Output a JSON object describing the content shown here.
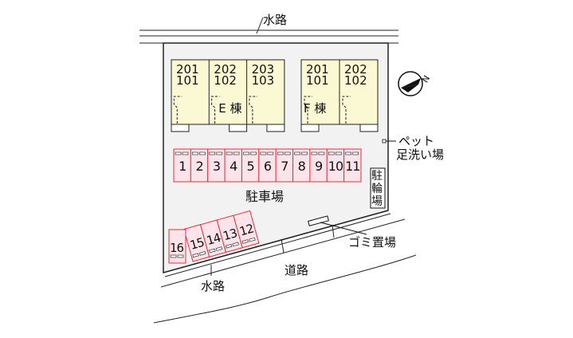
{
  "labels": {
    "water_top": "水路",
    "water_bottom": "水路",
    "road": "道路",
    "parking": "駐車場",
    "bike_parking": [
      "駐",
      "輪",
      "場"
    ],
    "garbage": "ゴミ置場",
    "pet_wash_line1": "ペット",
    "pet_wash_line2": "足洗い場",
    "compass": "N"
  },
  "buildings": [
    {
      "name": "E 棟",
      "units": [
        [
          "201",
          "101"
        ],
        [
          "202",
          "102"
        ],
        [
          "203",
          "103"
        ]
      ]
    },
    {
      "name": "F 棟",
      "units": [
        [
          "201",
          "101"
        ],
        [
          "202",
          "102"
        ]
      ]
    }
  ],
  "parking_row": [
    "1",
    "2",
    "3",
    "4",
    "5",
    "6",
    "7",
    "8",
    "9",
    "10",
    "11"
  ],
  "parking_slanted": [
    "15",
    "14",
    "13",
    "12"
  ],
  "parking_single": "16",
  "colors": {
    "lot": "#f2f2f2",
    "building": "#fbf8d4",
    "parking_fill": "#fde4ea",
    "parking_stroke": "#e0303a"
  }
}
